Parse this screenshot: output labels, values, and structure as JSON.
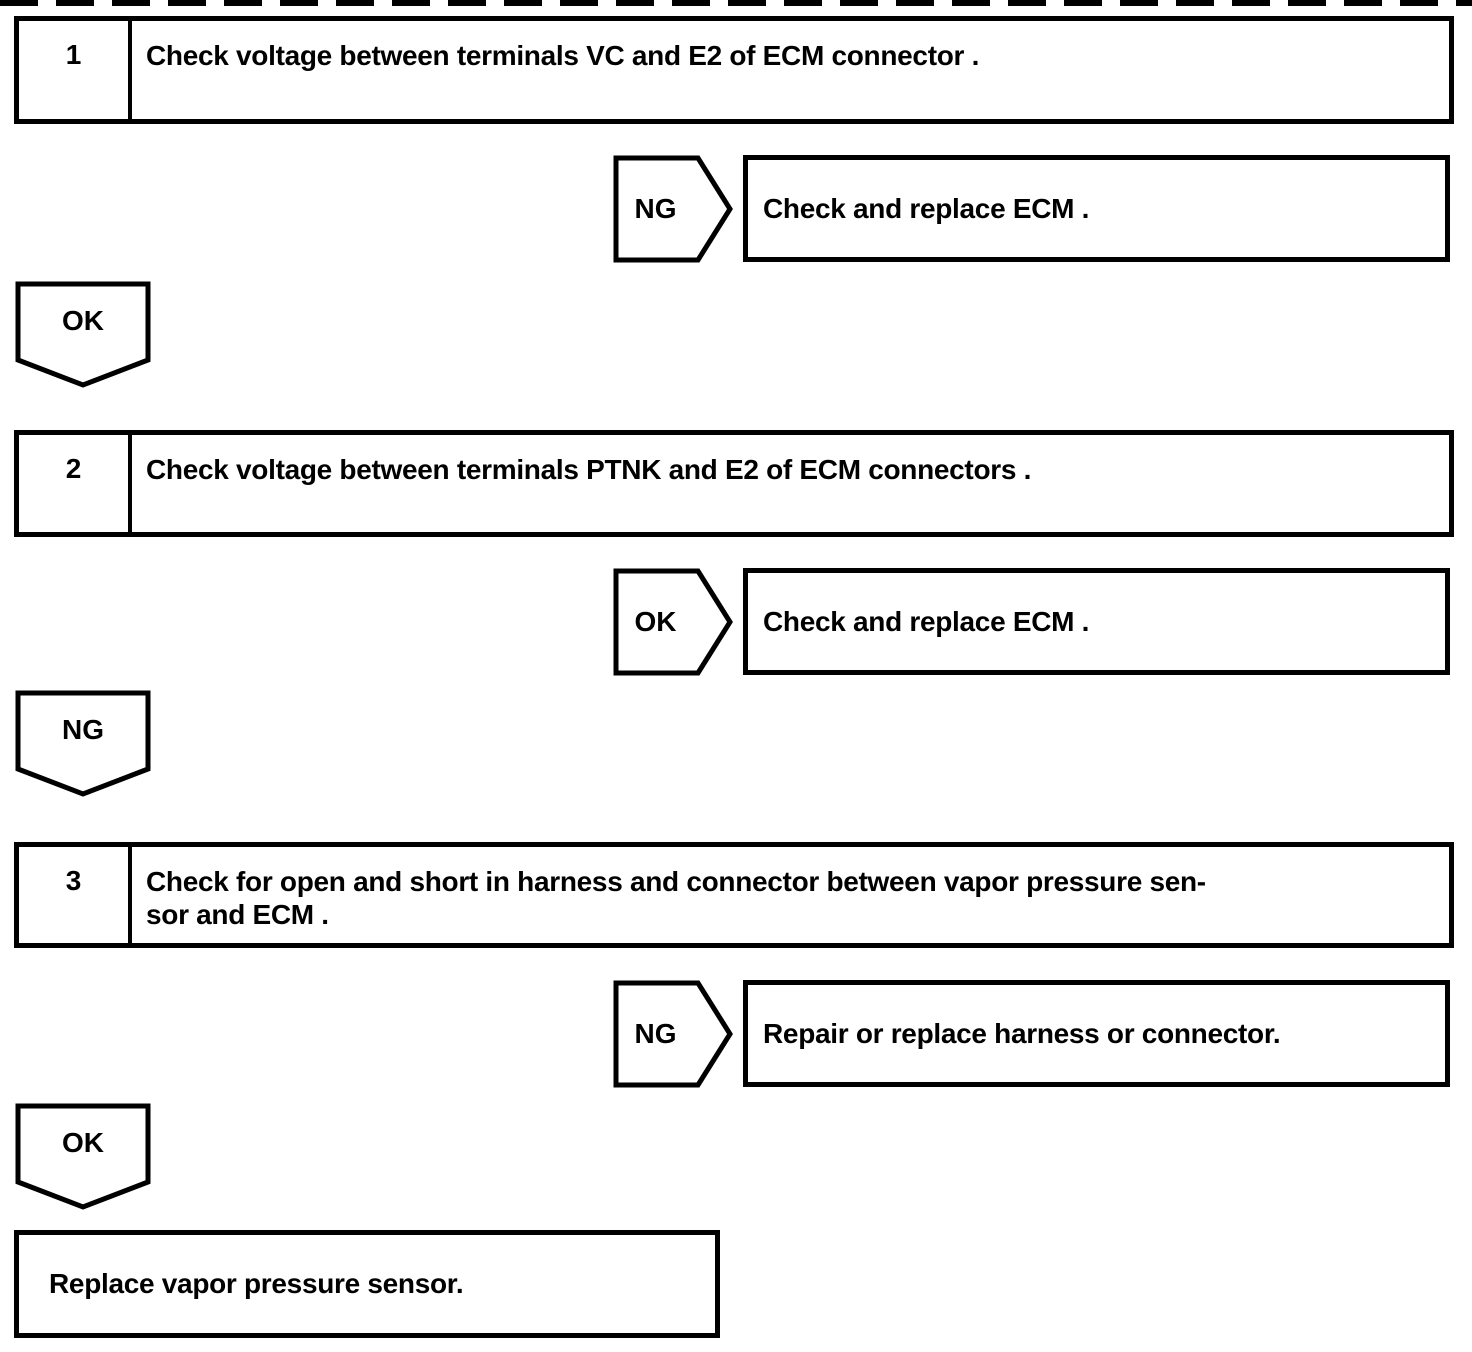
{
  "flowchart": {
    "colors": {
      "ink": "#000000",
      "paper": "#ffffff"
    },
    "steps": [
      {
        "number": "1",
        "text": "Check voltage between terminals VC and E2 of ECM connector ."
      },
      {
        "number": "2",
        "text": "Check voltage between terminals PTNK and E2 of ECM connectors ."
      },
      {
        "number": "3",
        "text": "Check for open and short in harness and connector between vapor pressure sen-\nsor and ECM ."
      }
    ],
    "branches": [
      {
        "tag": "NG",
        "action": "Check and replace ECM ."
      },
      {
        "tag": "OK",
        "action": "Check and replace ECM ."
      },
      {
        "tag": "NG",
        "action": "Repair or replace harness or connector."
      }
    ],
    "continues": [
      {
        "tag": "OK"
      },
      {
        "tag": "NG"
      },
      {
        "tag": "OK"
      }
    ],
    "final_action": "Replace vapor pressure sensor."
  }
}
